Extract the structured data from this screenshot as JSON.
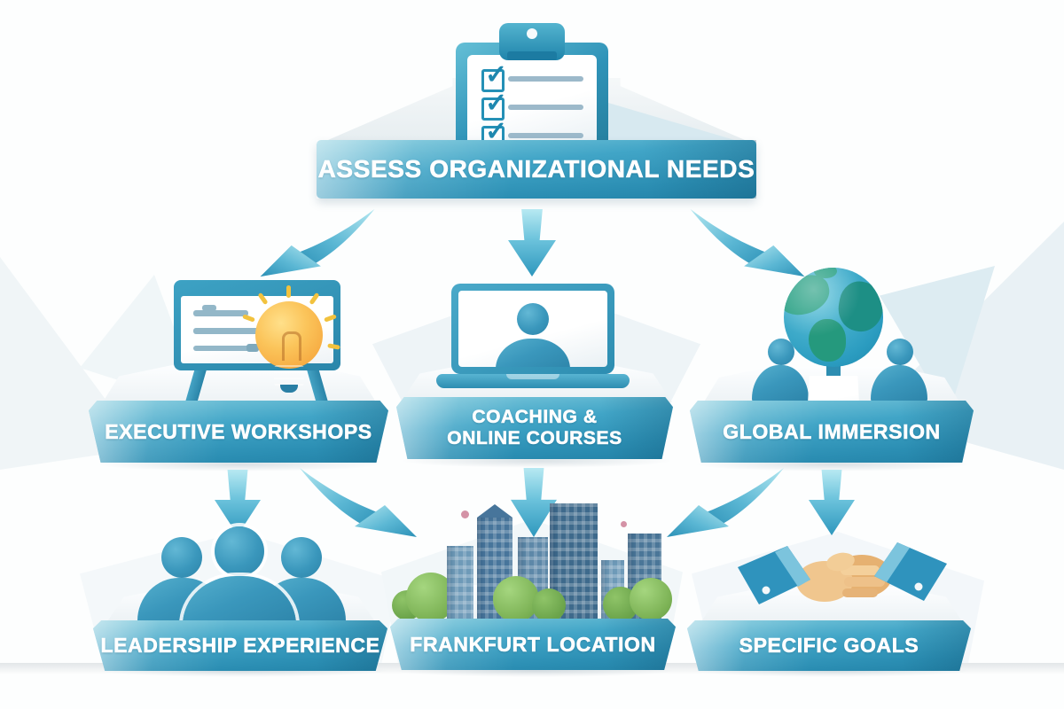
{
  "diagram": {
    "root": {
      "label": "ASSESS ORGANIZATIONAL NEEDS",
      "icon": "clipboard-checklist-icon"
    },
    "middle_row": [
      {
        "label": "EXECUTIVE WORKSHOPS",
        "icon": "presentation-board-lightbulb-icon"
      },
      {
        "label_line1": "COACHING &",
        "label_line2": "ONLINE COURSES",
        "icon": "laptop-video-call-icon"
      },
      {
        "label": "GLOBAL IMMERSION",
        "icon": "globe-with-people-icon"
      }
    ],
    "bottom_row": [
      {
        "label": "LEADERSHIP EXPERIENCE",
        "icon": "team-of-three-icon"
      },
      {
        "label": "FRANKFURT LOCATION",
        "icon": "city-skyline-icon"
      },
      {
        "label": "SPECIFIC GOALS",
        "icon": "handshake-icon"
      }
    ],
    "icons": {
      "check_glyph": "✓"
    },
    "colors": {
      "teal_primary": "#2e93b8",
      "teal_light": "#7ccadd",
      "teal_dark": "#1f7fa3",
      "bulb_orange": "#f5a83c",
      "hand_tan": "#eec189",
      "tree_green": "#84ba5f",
      "label_text": "#ffffff"
    }
  }
}
